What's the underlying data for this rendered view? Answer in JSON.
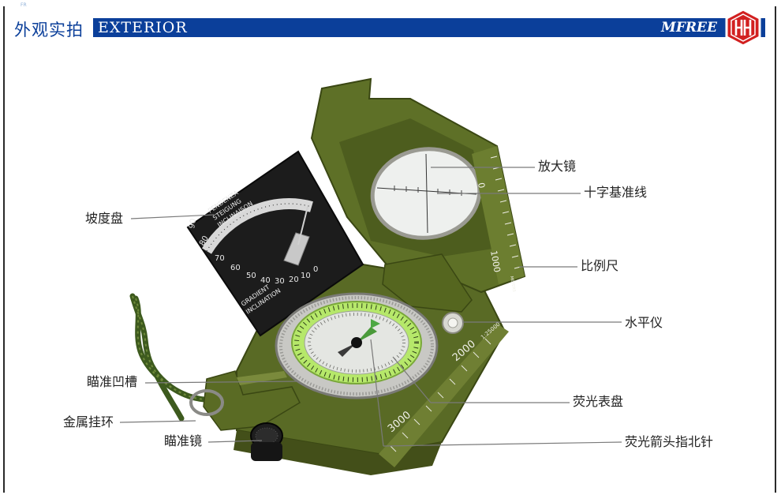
{
  "header": {
    "small_mark": "FR",
    "title_cn": "外观实拍",
    "title_en": "EXTERIOR",
    "brand": "MFREE",
    "logo_icon": "hexagon-monogram-icon",
    "accent": "#0b3f9a",
    "logo_color": "#d22020"
  },
  "callouts": {
    "magnifier": "放大镜",
    "crosshair": "十字基准线",
    "scale_ruler": "比例尺",
    "level": "水平仪",
    "luminous_dial": "荧光表盘",
    "luminous_needle": "荧光箭头指北针",
    "clinometer": "坡度盘",
    "sight_notch": "瞄准凹槽",
    "metal_ring": "金属挂环",
    "sight_lens": "瞄准镜"
  },
  "product_markings": {
    "clino_header": [
      "PENDENZA",
      "STEIGUNG",
      "INCLINAISON"
    ],
    "clino_footer": [
      "GRADIENT",
      "INCLINATION"
    ],
    "clino_ticks": [
      "90",
      "80",
      "70",
      "60",
      "50",
      "40",
      "30",
      "20",
      "10",
      "0"
    ],
    "ruler_ticks": [
      "0",
      "1000",
      "2000",
      "3000"
    ],
    "ruler_scale_note": "1:25000",
    "ruler_unit_note": "METERS"
  }
}
